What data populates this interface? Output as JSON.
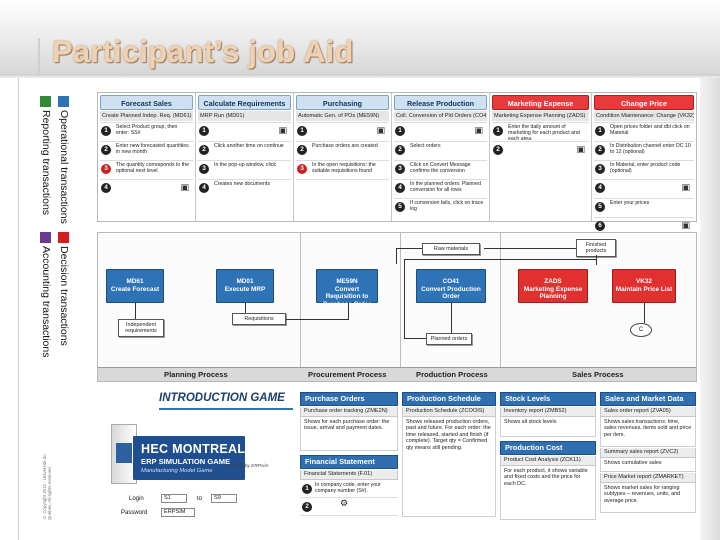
{
  "page": {
    "title": "Participant’s job Aid"
  },
  "legend": {
    "group1_label": "Operational transactions",
    "group1_sub": "Reporting transactions",
    "group2_label": "Decision transactions",
    "group2_sub": "Accounting transactions",
    "colors": {
      "green": "#2f8a3a",
      "blue": "#2e73b6",
      "red": "#d11f1f",
      "purple": "#6a3c8f"
    }
  },
  "transactions": [
    {
      "header": "Forecast Sales",
      "style": "blue",
      "sub": "Create Planned Indep. Req. (MD61)",
      "steps": [
        {
          "n": "1",
          "text": "Select Product group, then enter: SS#"
        },
        {
          "n": "2",
          "text": "Enter new forecasted quantities in new month"
        },
        {
          "n": "3",
          "text": "The quantity corresponds to the optional next level",
          "red": true
        },
        {
          "n": "4",
          "text": ""
        }
      ]
    },
    {
      "header": "Calculate Requirements",
      "style": "blue",
      "sub": "MRP Run (MD01)",
      "steps": [
        {
          "n": "1",
          "text": ""
        },
        {
          "n": "2",
          "text": "Click another time on continue"
        },
        {
          "n": "3",
          "text": "In the pop-up window, click"
        },
        {
          "n": "4",
          "text": "Creates new documents"
        }
      ]
    },
    {
      "header": "Purchasing",
      "style": "blue",
      "sub": "Automatic Gen. of POs (ME59N)",
      "steps": [
        {
          "n": "1",
          "text": ""
        },
        {
          "n": "2",
          "text": "Purchase orders are created"
        },
        {
          "n": "3",
          "text": "In the open requisitions: the suitable requisitions found",
          "red": true
        },
        {
          "n": "",
          "text": ""
        }
      ]
    },
    {
      "header": "Release Production",
      "style": "blue",
      "sub": "Coll. Conversion of Pld Orders (CO41)",
      "steps": [
        {
          "n": "1",
          "text": ""
        },
        {
          "n": "2",
          "text": "Select orders"
        },
        {
          "n": "3",
          "text": "Click on Convert Message confirms the conversion"
        },
        {
          "n": "4",
          "text": "In the planned orders: Planned conversion for all rows"
        },
        {
          "n": "5",
          "text": "If conversion fails, click on trace log"
        }
      ]
    },
    {
      "header": "Marketing Expense",
      "style": "red",
      "sub": "Marketing Expense Planning (ZADS)",
      "steps": [
        {
          "n": "1",
          "text": "Enter the daily amount of marketing for each product and each area."
        },
        {
          "n": "2",
          "text": ""
        }
      ]
    },
    {
      "header": "Change Price",
      "style": "red",
      "sub": "Condition Maintenance: Change (VK32)",
      "steps": [
        {
          "n": "1",
          "text": "Open prices folder and dbl click on Material"
        },
        {
          "n": "2",
          "text": "In Distribution channel enter DC 10 to 12 (optional)"
        },
        {
          "n": "3",
          "text": "In Material, enter product code (optional)"
        },
        {
          "n": "4",
          "text": ""
        },
        {
          "n": "5",
          "text": "Enter your prices"
        },
        {
          "n": "6",
          "text": ""
        }
      ]
    }
  ],
  "flow": {
    "boxes": [
      {
        "id": "md61",
        "title": "MD61",
        "sub": "Create Forecast",
        "style": "blue"
      },
      {
        "id": "md01",
        "title": "MD01",
        "sub": "Execute MRP",
        "style": "blue"
      },
      {
        "id": "me59n",
        "title": "ME59N",
        "sub": "Convert Requisition to Purchase Order",
        "style": "blue"
      },
      {
        "id": "co41",
        "title": "CO41",
        "sub": "Convert Production Order",
        "style": "blue"
      },
      {
        "id": "zads",
        "title": "ZADS",
        "sub": "Marketing Expense Planning",
        "style": "red"
      },
      {
        "id": "vk32",
        "title": "VK32",
        "sub": "Maintain Price List",
        "style": "red"
      }
    ],
    "notes": {
      "raw_materials": "Raw materials",
      "finished_products": "Finished products",
      "requisitions": "Requisitions",
      "independent_requirements": "Independent requirements",
      "planned_orders": "Planned orders",
      "c": "C"
    },
    "processes": [
      "Planning Process",
      "Procurement Process",
      "Production Process",
      "Sales Process"
    ]
  },
  "intro": {
    "title": "INTRODUCTION GAME",
    "logo_name": "HEC MONTREAL",
    "logo_sub": "ERP SIMULATION GAME",
    "logo_tag": "Manufacturing Model Game",
    "powered": "powered by ERPsim",
    "login_label": "Login",
    "login_from": "S1",
    "login_to_label": "to",
    "login_to": "S9",
    "password_label": "Password",
    "password_value": "ERPSIM"
  },
  "reports": [
    {
      "header": "Purchase Orders",
      "sub": "Purchase order tracking (ZME2N)",
      "desc": "Shows for each purchase order: the issue, arrival and payment dates.",
      "steps": [
        {
          "n": "1",
          "text": "In company code, enter your company number (S#)."
        },
        {
          "n": "2",
          "text": ""
        }
      ]
    },
    {
      "header": "Production Schedule",
      "sub": "Production Schedule (ZCOOIS)",
      "desc": "Shows released production orders, past and future. For each order: the time released, started and finish (if complete). Target qty = Confirmed qty means still pending.",
      "steps": []
    },
    {
      "header": "Stock Levels",
      "sub": "Inventory report (ZMB52)",
      "desc": "Shows all stock levels",
      "header2": "Production Cost",
      "sub2": "Product Cost Analysis (ZCK11)",
      "desc2": "For each product, it shows variable and fixed costs and the price for each DC.",
      "steps": []
    },
    {
      "header": "Sales and Market Data",
      "sub": "Sales order report (ZVA05)",
      "desc": "Shows sales transactions: time, sales revenues, items sold and price per item.",
      "sub2": "Summary sales report (ZVC2)",
      "desc2": "Shows cumulative sales",
      "sub3": "Price Market report (ZMARKET)",
      "desc3": "Shows market sales for ranging subtypes – revenues, units, and average price.",
      "steps": []
    }
  ],
  "seal_text": "© Copyright 2012 - Université du Québec, All rights reserved"
}
